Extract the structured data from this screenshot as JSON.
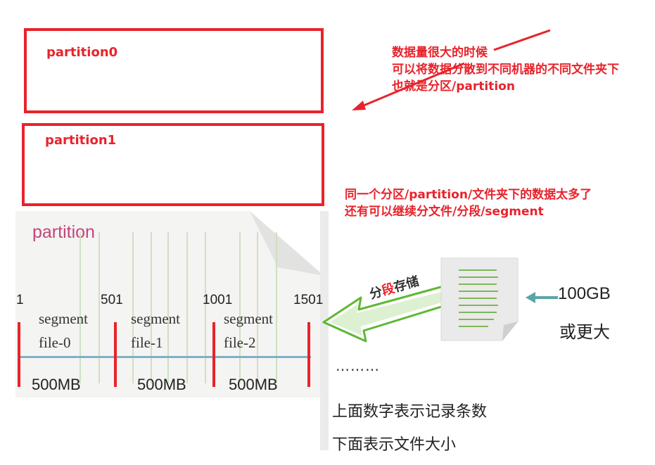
{
  "partitions": [
    {
      "label": "partition0"
    },
    {
      "label": "partition1"
    }
  ],
  "notes": {
    "partition_note": [
      "数据量很大的时候",
      "可以将数据分散到不同机器的不同文件夹下",
      "也就是分区/partition"
    ],
    "segment_note": [
      "同一个分区/partition/文件夹下的数据太多了",
      "还有可以继续分文件/分段/segment"
    ]
  },
  "figure": {
    "title": "partition",
    "offsets": [
      "1",
      "501",
      "1001",
      "1501"
    ],
    "segments": [
      {
        "line1": "segment",
        "line2": "file-0",
        "size": "500MB"
      },
      {
        "line1": "segment",
        "line2": "file-1",
        "size": "500MB"
      },
      {
        "line1": "segment",
        "line2": "file-2",
        "size": "500MB"
      }
    ],
    "arrow_label_parts": [
      "分",
      "段",
      "存储"
    ],
    "source_size": "100GB",
    "source_more": "或更大",
    "ellipsis": "………",
    "caption_top": "上面数字表示记录条数",
    "caption_bottom": "下面表示文件大小"
  },
  "colors": {
    "annotation_red": "#e8232b",
    "arrow_green": "#5fb832",
    "partition_title_pink": "#c2457a",
    "timeline_blue": "#7fb0c8"
  }
}
